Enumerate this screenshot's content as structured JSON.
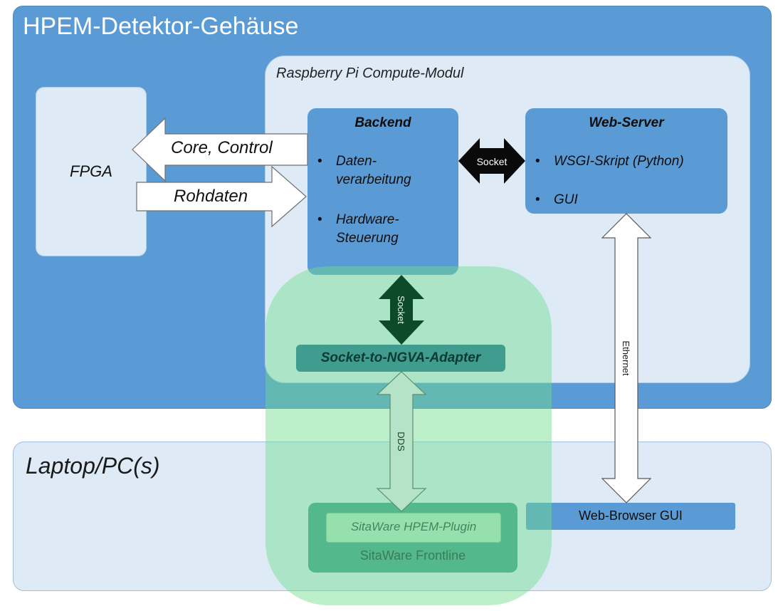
{
  "housing": {
    "title": "HPEM-Detektor-Gehäuse"
  },
  "rpi": {
    "title": "Raspberry Pi Compute-Modul"
  },
  "fpga": {
    "label": "FPGA"
  },
  "arrows": {
    "core_control": "Core, Control",
    "rohdaten": "Rohdaten",
    "socket_horizontal": "Socket",
    "socket_vertical": "Socket",
    "dds": "DDS",
    "ethernet": "Ethernet"
  },
  "backend": {
    "title": "Backend",
    "items": [
      {
        "line1": "Daten-",
        "line2": "verarbeitung"
      },
      {
        "line1": "Hardware-",
        "line2": "Steuerung"
      }
    ]
  },
  "webserver": {
    "title": "Web-Server",
    "items": [
      "WSGI-Skript (Python)",
      "GUI"
    ]
  },
  "adapter": {
    "label": "Socket-to-NGVA-Adapter"
  },
  "laptop": {
    "title": "Laptop/PC(s)"
  },
  "frontline": {
    "plugin_label": "SitaWare HPEM-Plugin",
    "label": "SitaWare Frontline"
  },
  "browser": {
    "label": "Web-Browser GUI"
  },
  "colors": {
    "housing_blue": "#5b9bd5",
    "panel_light": "#deebf7",
    "green_zone": "#6edc8c",
    "teal": "#3f9c8e",
    "dark_green": "#0d4a2a"
  }
}
